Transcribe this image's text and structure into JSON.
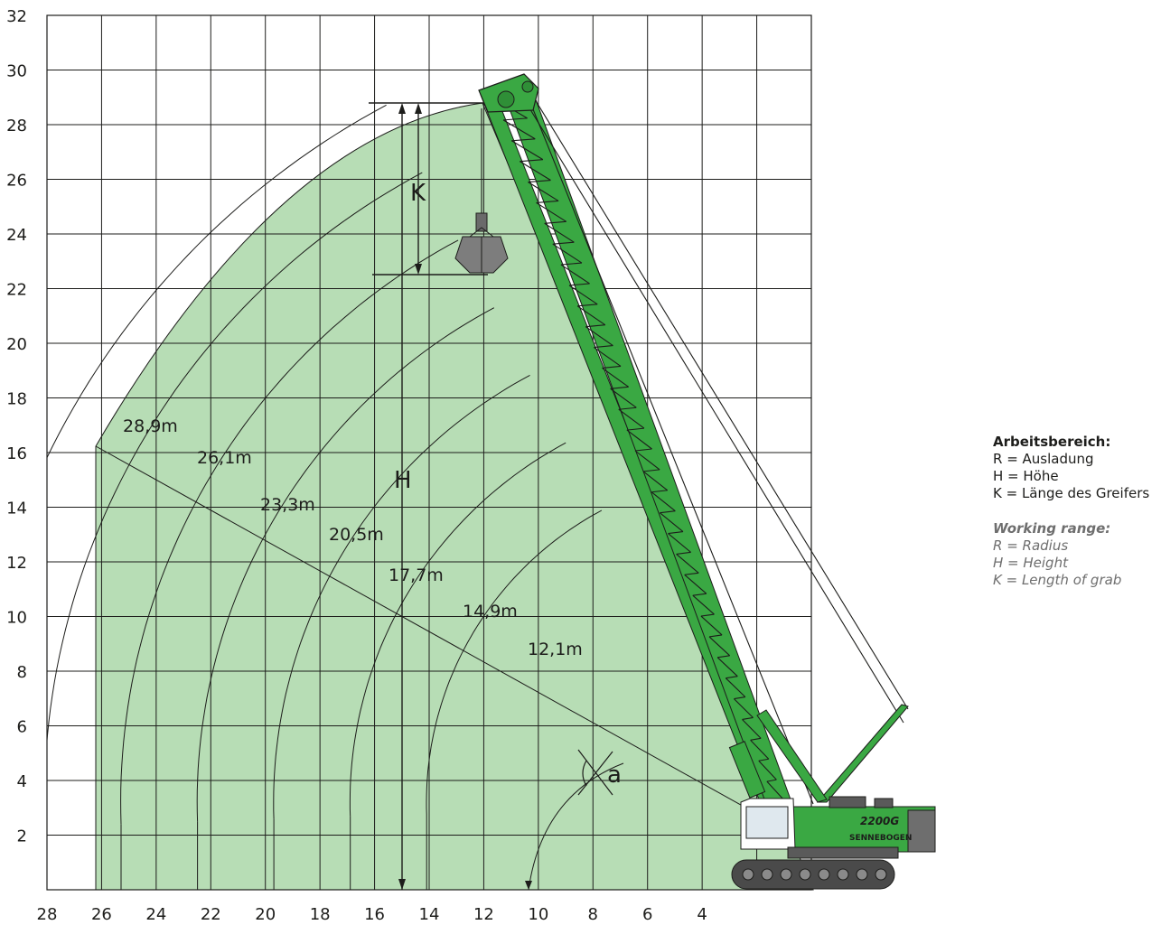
{
  "legend_de": {
    "title": "Arbeitsbereich:",
    "lines": [
      "R = Ausladung",
      "H = Höhe",
      "K = Länge des Greifers"
    ]
  },
  "legend_en": {
    "title": "Working range:",
    "lines": [
      "R = Radius",
      "H = Height",
      "K = Length of grab"
    ]
  },
  "dimension_labels": {
    "height": "H",
    "grab_length": "K",
    "angle": "a"
  },
  "machine_model": "2200G",
  "manufacturer": "SENNEBOGEN",
  "chart_data": {
    "type": "working-range-diagram",
    "x_tick_labels": [
      "28",
      "26",
      "24",
      "22",
      "20",
      "18",
      "16",
      "14",
      "12",
      "10",
      "8",
      "6",
      "4"
    ],
    "y_tick_labels": [
      "32",
      "30",
      "28",
      "26",
      "24",
      "22",
      "20",
      "18",
      "16",
      "14",
      "12",
      "10",
      "8",
      "6",
      "4",
      "2"
    ],
    "xlim": [
      28,
      0
    ],
    "ylim": [
      0,
      32
    ],
    "grid": true,
    "pivot": {
      "r": 2,
      "h": 3.2
    },
    "radii_labels": [
      "28,9m",
      "26,1m",
      "23,3m",
      "20,5m",
      "17,7m",
      "14,9m",
      "12,1m"
    ],
    "radii_values": [
      28.9,
      26.1,
      23.3,
      20.5,
      17.7,
      14.9,
      12.1
    ],
    "working_area_color": "#b7ddb5",
    "machine_color": "#3aa843"
  }
}
